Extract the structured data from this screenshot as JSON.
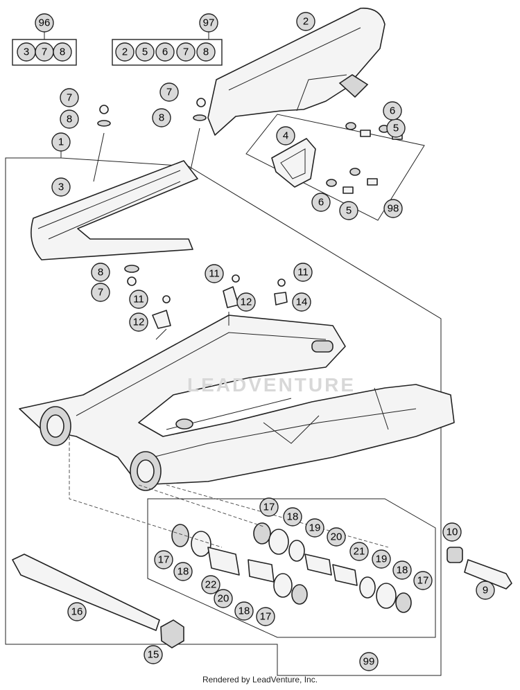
{
  "watermark": "LEADVENTURE",
  "footer": "Rendered by LeadVenture, Inc.",
  "kits": [
    {
      "number": "96",
      "contents": [
        "3",
        "7",
        "8"
      ]
    },
    {
      "number": "97",
      "contents": [
        "2",
        "5",
        "6",
        "7",
        "8"
      ]
    }
  ],
  "callouts": [
    "1",
    "2",
    "3",
    "4",
    "5",
    "5",
    "6",
    "6",
    "7",
    "7",
    "7",
    "8",
    "8",
    "8",
    "9",
    "10",
    "11",
    "11",
    "11",
    "12",
    "12",
    "14",
    "15",
    "16",
    "17",
    "17",
    "17",
    "17",
    "18",
    "18",
    "18",
    "18",
    "19",
    "19",
    "20",
    "20",
    "21",
    "22",
    "98",
    "99"
  ]
}
